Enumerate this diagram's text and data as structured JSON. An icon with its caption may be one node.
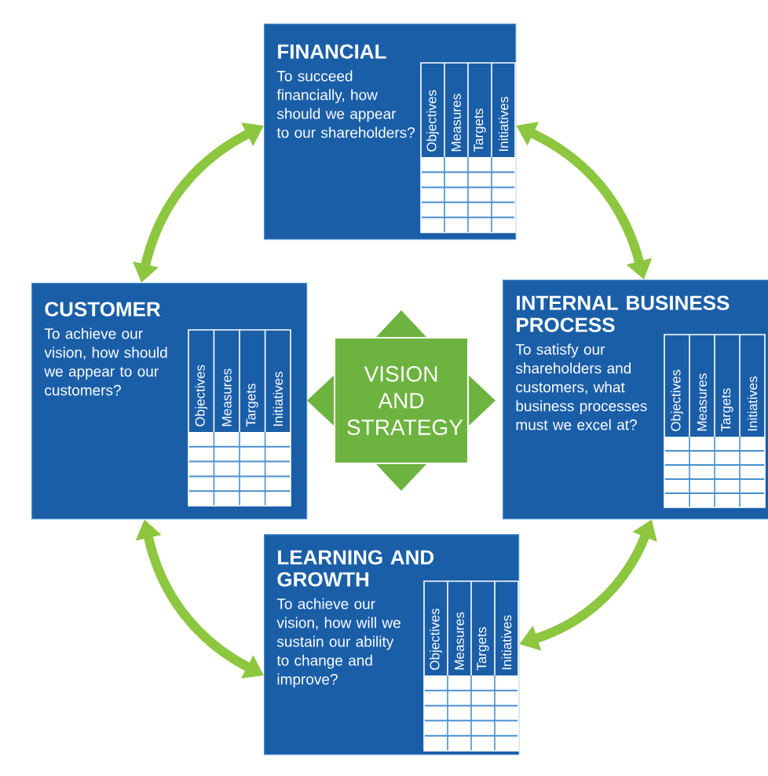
{
  "diagram": {
    "nodes": [
      {
        "text": [
          "FINANCIAL",
          "To succeed financially, how should we appear to our shareholders?",
          "Objectives",
          "Measures",
          "Targets",
          "Initiatives"
        ]
      },
      {
        "text": [
          "CUSTOMER",
          "To achieve our vision, how should we appear to our customers?",
          "Objectives",
          "Measures",
          "Targets",
          "Initiatives"
        ]
      },
      {
        "text": [
          "VISION AND STRATEGY"
        ]
      },
      {
        "text": [
          "INTERNAL BUSINESS PROCESS",
          "To satisfy our shareholders and customers, what business processes must we excel at?",
          "Objectives",
          "Measures",
          "Targets",
          "Initiatives"
        ]
      },
      {
        "text": [
          "LEARNING AND GROWTH",
          "To achieve our vision, how will we sustain our ability to change and improve?",
          "Objectives",
          "Measures",
          "Targets",
          "Initiatives"
        ]
      }
    ],
    "edges": [
      {
        "from": 0,
        "to": 1,
        "arrow": "both"
      },
      {
        "from": 0,
        "to": 3,
        "arrow": "both"
      },
      {
        "from": 1,
        "to": 4,
        "arrow": "both"
      },
      {
        "from": 4,
        "to": 3,
        "arrow": "both"
      },
      {
        "from": 2,
        "to": 0,
        "arrow": "to"
      },
      {
        "from": 2,
        "to": 1,
        "arrow": "to"
      },
      {
        "from": 2,
        "to": 3,
        "arrow": "to"
      },
      {
        "from": 2,
        "to": 4,
        "arrow": "to"
      }
    ]
  }
}
